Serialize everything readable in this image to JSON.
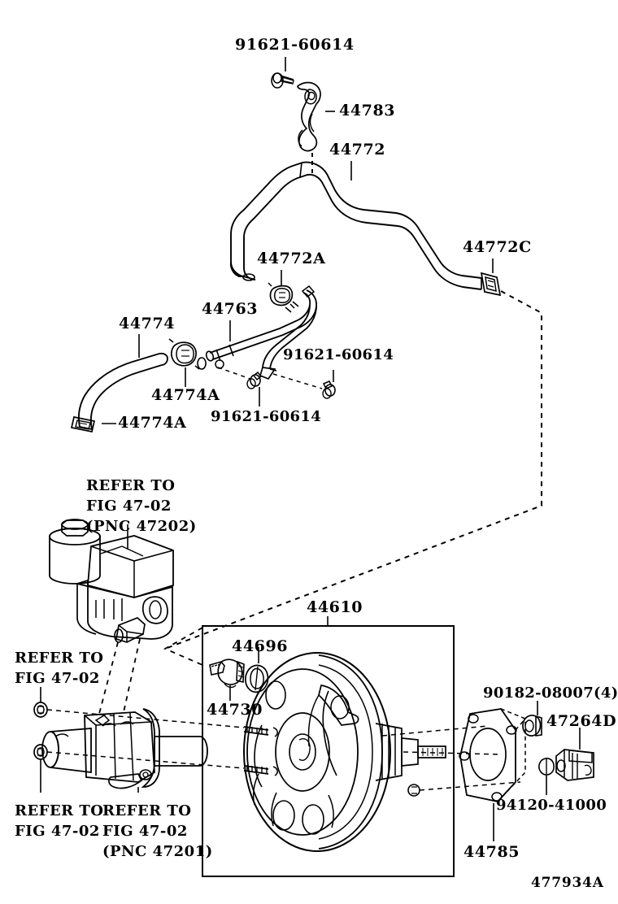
{
  "diagram": {
    "type": "automotive-parts-exploded-view",
    "subject": "Brake Booster & Vacuum Hose Assembly",
    "figure_code": "477934A"
  },
  "labels": {
    "bolt_top": "91621-60614",
    "clamp_bracket": "44783",
    "vacuum_hose_main": "44772",
    "hose_clip_a": "44772A",
    "hose_clip_c": "44772C",
    "hose_secondary": "44774",
    "hose_clip_44774a_upper": "44774A",
    "hose_clip_44774a_lower": "44774A",
    "vacuum_pipe": "44763",
    "bolt_mid_left": "91621-60614",
    "bolt_mid_right": "91621-60614",
    "booster_assembly": "44610",
    "grommet": "44696",
    "check_valve": "44730",
    "nut_set": "90182-08007(4)",
    "clip_47264d": "47264D",
    "nut_94120": "94120-41000",
    "gasket": "44785",
    "refer_reservoir": "REFER TO\nFIG 47-02\n(PNC 47202)",
    "refer_left_upper": "REFER TO\nFIG 47-02",
    "refer_left_lower": "REFER TO\nFIG 47-02",
    "refer_cylinder": "REFER TO\nFIG 47-02\n(PNC 47201)"
  },
  "colors": {
    "line": "#000000",
    "background": "#ffffff"
  }
}
